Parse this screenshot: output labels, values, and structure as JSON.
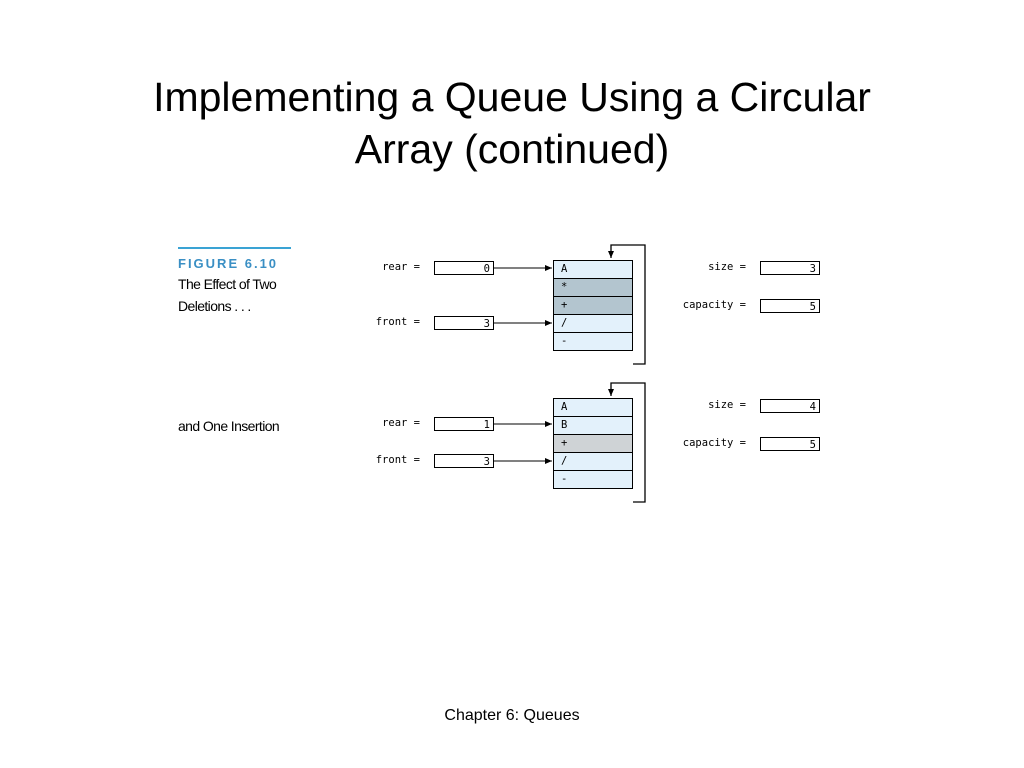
{
  "slide": {
    "title_line1": "Implementing a Queue Using a Circular",
    "title_line2": "Array (continued)",
    "footer": "Chapter 6: Queues"
  },
  "figure": {
    "label": "FIGURE 6.10",
    "caption_line1": "The Effect of Two",
    "caption_line2": "Deletions . . .",
    "caption_second": "and One Insertion"
  },
  "diagrams": [
    {
      "rear_label": "rear =",
      "rear_value": "0",
      "front_label": "front =",
      "front_value": "3",
      "size_label": "size =",
      "size_value": "3",
      "capacity_label": "capacity =",
      "capacity_value": "5",
      "cells": [
        "A",
        "*",
        "+",
        "/",
        "-"
      ]
    },
    {
      "rear_label": "rear =",
      "rear_value": "1",
      "front_label": "front =",
      "front_value": "3",
      "size_label": "size =",
      "size_value": "4",
      "capacity_label": "capacity =",
      "capacity_value": "5",
      "cells": [
        "A",
        "B",
        "+",
        "/",
        "-"
      ]
    }
  ],
  "colors": {
    "cell_fill": "#e3f1fb",
    "cell_dim": "#b3c5cf",
    "cell_gray": "#cfd3d6",
    "figure_accent": "#3a8fc4"
  }
}
